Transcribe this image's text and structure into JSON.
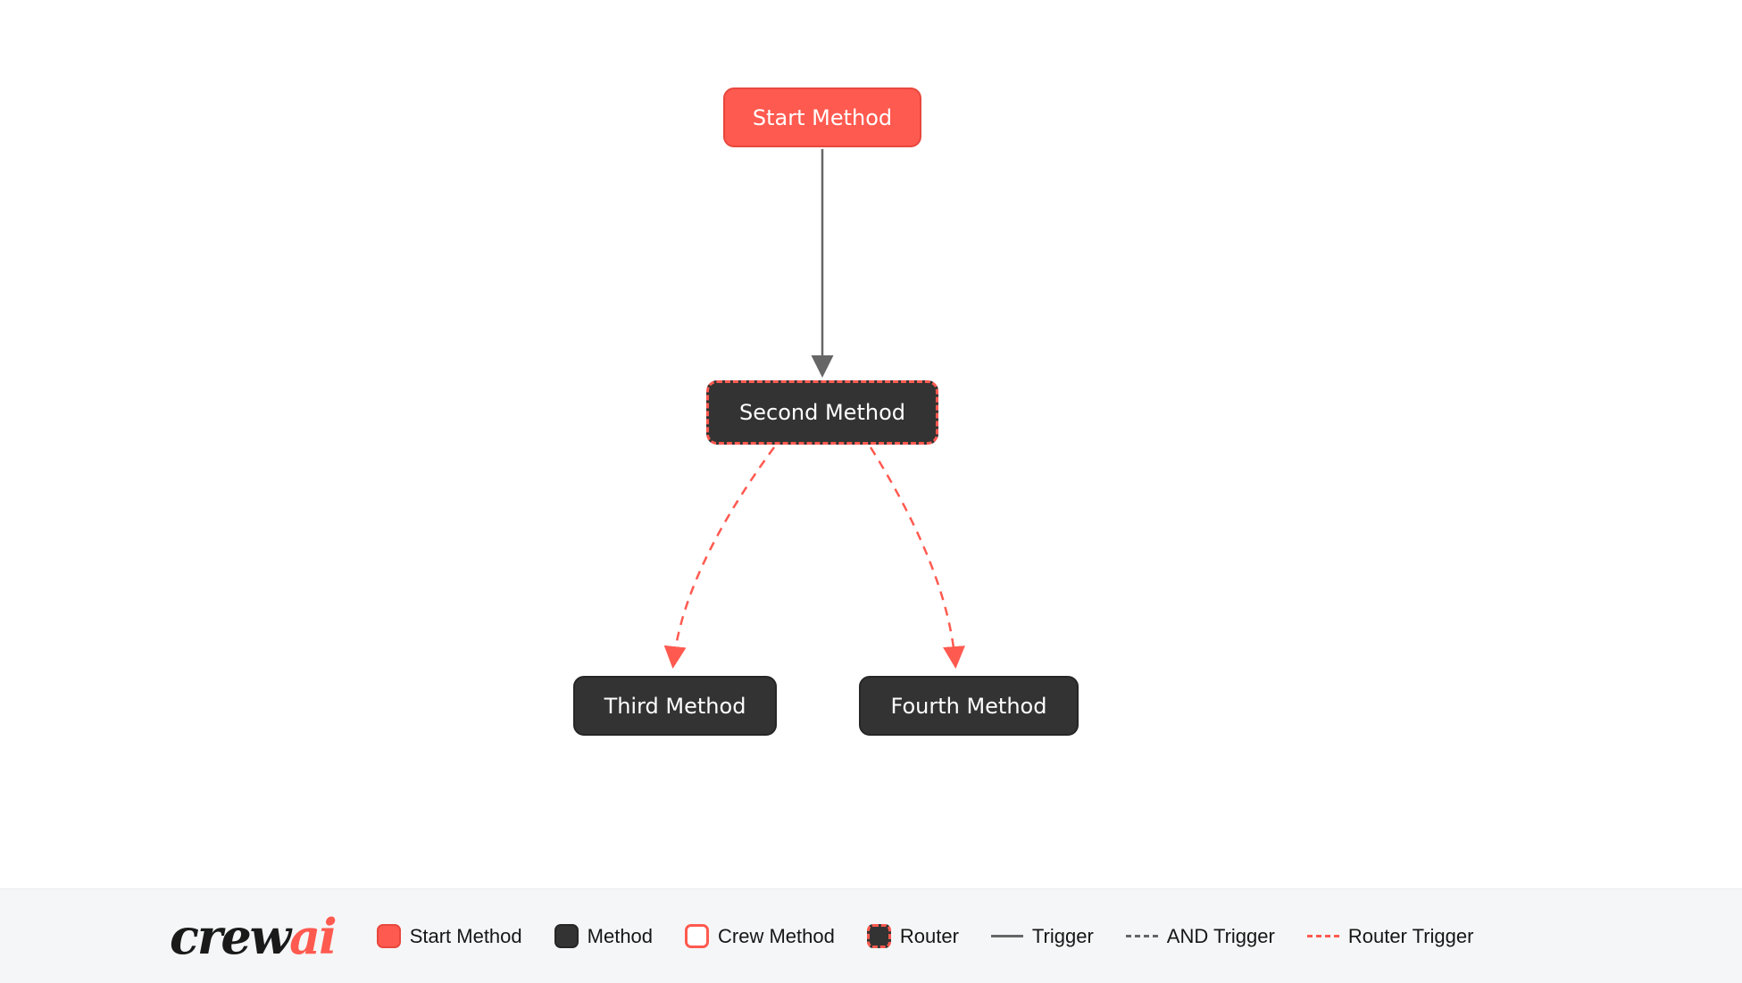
{
  "diagram": {
    "nodes": [
      {
        "id": "start_method",
        "label": "Start Method",
        "type": "start-method"
      },
      {
        "id": "second_method",
        "label": "Second Method",
        "type": "router"
      },
      {
        "id": "third_method",
        "label": "Third Method",
        "type": "method"
      },
      {
        "id": "fourth_method",
        "label": "Fourth Method",
        "type": "method"
      }
    ],
    "edges": [
      {
        "from": "start_method",
        "to": "second_method",
        "type": "trigger"
      },
      {
        "from": "second_method",
        "to": "third_method",
        "type": "router-trigger"
      },
      {
        "from": "second_method",
        "to": "fourth_method",
        "type": "router-trigger"
      }
    ]
  },
  "legend": {
    "logo": {
      "part1": "crew",
      "part2": "ai"
    },
    "items": [
      {
        "label": "Start Method",
        "swatch": "start-method"
      },
      {
        "label": "Method",
        "swatch": "method"
      },
      {
        "label": "Crew Method",
        "swatch": "crew-method"
      },
      {
        "label": "Router",
        "swatch": "router"
      },
      {
        "label": "Trigger",
        "swatch": "trigger-line"
      },
      {
        "label": "AND Trigger",
        "swatch": "and-trigger-line"
      },
      {
        "label": "Router Trigger",
        "swatch": "router-trigger-line"
      }
    ]
  },
  "colors": {
    "accent_red": "#FF5A50",
    "node_dark": "#333333",
    "trigger_gray": "#666666",
    "legend_bg": "#F5F6F7",
    "canvas_bg": "#FFFFFF",
    "text_light": "#FFFFFF",
    "text_dark": "#1A1A1A"
  }
}
